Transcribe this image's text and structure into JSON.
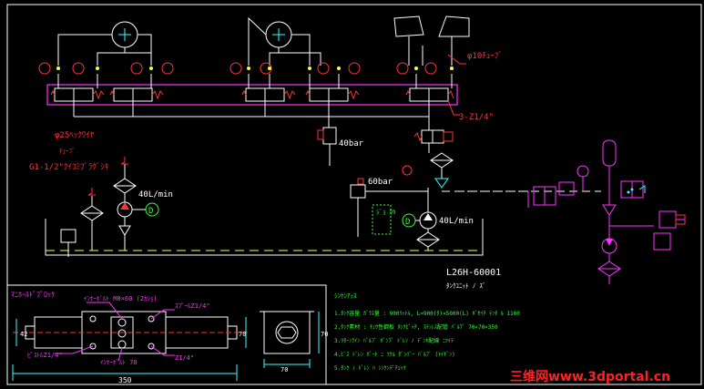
{
  "colors": {
    "background": "#000000",
    "line": "#ffffff",
    "manifold": "#ff33ff",
    "valve": "#ff3333",
    "label_green": "#33ff33",
    "label_yellow": "#ffff33",
    "dim_cyan": "#33ffff",
    "watermark": "#ff2222"
  },
  "labels": {
    "tube_size": "φ10ﾁｭｰﾌﾞ",
    "manifold_port": "3-Z1/4\"",
    "pressure_40bar": "40bar",
    "pressure_60bar": "60bar",
    "inlet_pipe": "φ25ﾍｯｸﾜｲﾔ",
    "inlet_sub": "ﾁｭｰﾌﾞ",
    "suction_port": "G1-1/2\"ｸｲｺﾐﾌﾟﾗｸﾞｼｷ",
    "flow_top": "40L/min",
    "flow_bottom": "40L/min",
    "pump_symbol": "D",
    "pump_symbol_2": "D",
    "side_note": "ｼﾞｮ\nｳｷ",
    "model": "L26H-60001",
    "model_sub": "ﾀﾝｸﾕﾆｯﾄ ﾉ ｽﾞ"
  },
  "detail": {
    "title": "ﾏﾆﾎｰﾙﾄﾞﾌﾞﾛｯｸ",
    "callout_top": "ｲﾝﾅｰﾎﾞﾙﾄ M8×60 (2ｶｼｮ)",
    "callout_port_top": "ｽﾌﾟｰﾙZ1/4\"",
    "callout_port_bottom": "Z1/4\"",
    "callout_bottom": "ｲﾝﾅｰﾎﾞﾙﾄ 70",
    "callout_left_bottom": "ﾋﾟｽﾄﾙZ1/4\"",
    "dim_length": "350",
    "dim_height_left": "70",
    "dim_height_right": "70",
    "dim_width_right": "70",
    "dim_side": "42"
  },
  "notes": {
    "title": "ｼﾝｹﾝｱｯｽ",
    "lines": [
      "1.ﾀﾝｸ容量 ｶﾞﾗｽ量 : 900ﾘｯﾄﾙ, L=900(ﾀ)×5000(L) ﾎﾞｾｲﾁ ﾃﾝﾀ ﾙ 1100",
      "2.ﾀﾝｸ素材 : ﾁｭｳ性鋼板 ﾀﾝｸﾋﾟｯﾁ, ｽﾃﾝﾚｽ配管 ﾊﾞﾙﾌﾞ 70×70×350",
      "3.ﾘﾀｰﾝﾗｲﾝ ﾊﾞﾙﾌﾞ ﾎﾟﾝﾌﾟ ﾄﾞﾚﾝ ﾉ ﾃﾞﾝｷ配線 ﾆﾂｲﾃ",
      "4.ﾋﾞｽ ﾄﾞﾚﾝ ﾎﾟｰﾄ ﾆ ﾂｹﾙ ﾀﾞﾝﾊﾟｰ ﾊﾞﾙﾌﾞ (ﾄｲｷﾞﾝ)",
      "5.ﾀﾝｸ ﾉ ﾄﾞﾚﾝ ﾊ ｼﾝｹﾝﾃﾞﾁｪｯｸ"
    ]
  },
  "watermark": "三维网www.3dportal.cn"
}
